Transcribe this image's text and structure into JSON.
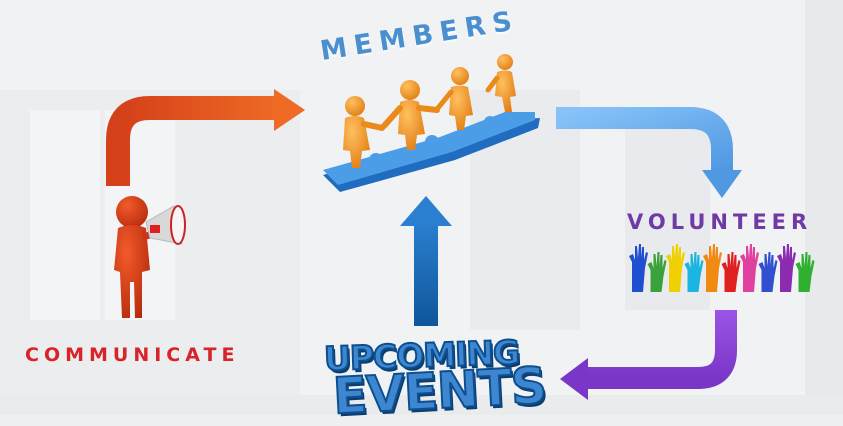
{
  "nodes": {
    "members": "MEMBERS",
    "volunteer": "VOLUNTEER",
    "communicate": "COMMUNICATE",
    "upcoming": "UPCOMING",
    "events": "EVENTS"
  },
  "arrow_colors": {
    "communicate_to_members": "#e0501e",
    "members_to_volunteer": "#6fb2ef",
    "volunteer_to_events": "#8c45d6",
    "events_to_members": "#1565b0"
  },
  "hand_colors": [
    "#1f4fd0",
    "#3aa23a",
    "#f0d000",
    "#1ab5e0",
    "#f08a10",
    "#e02020",
    "#e040a0",
    "#3050d0",
    "#8a2bb0",
    "#30b030"
  ]
}
